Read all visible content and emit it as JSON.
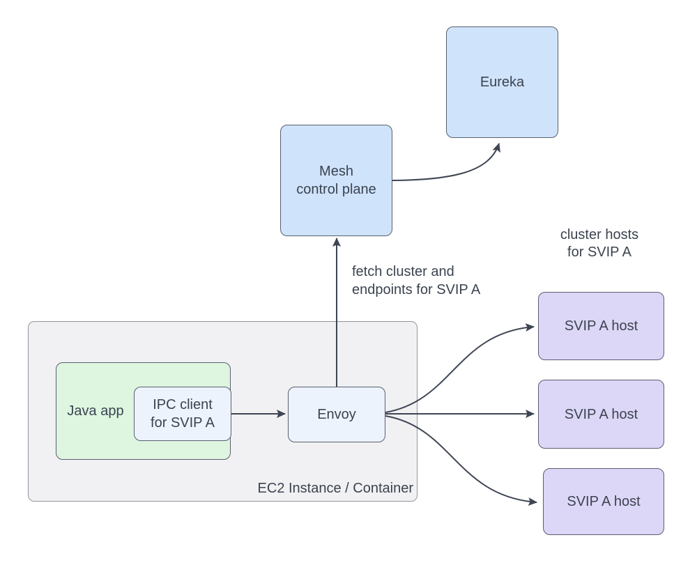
{
  "diagram": {
    "nodes": {
      "eureka": {
        "label": "Eureka"
      },
      "mesh": {
        "line1": "Mesh",
        "line2": "control plane"
      },
      "envoy": {
        "label": "Envoy"
      },
      "java_app": {
        "label": "Java app"
      },
      "ipc_client": {
        "line1": "IPC client",
        "line2": "for SVIP A"
      },
      "ec2_container": {
        "label": "EC2 Instance / Container"
      },
      "host1": {
        "label": "SVIP A host"
      },
      "host2": {
        "label": "SVIP A host"
      },
      "host3": {
        "label": "SVIP A host"
      }
    },
    "annotations": {
      "fetch": {
        "line1": "fetch cluster and",
        "line2": "endpoints for SVIP A"
      },
      "cluster_hosts": {
        "line1": "cluster hosts",
        "line2": "for SVIP A"
      }
    },
    "colors": {
      "blue_fill": "#cfe3fb",
      "light_blue_fill": "#edf3fd",
      "green_fill": "#def5e0",
      "purple_fill": "#dcd7f6",
      "container_fill": "#f1f1f3",
      "node_border": "#57606f",
      "container_border": "#8f969f",
      "arrow": "#3e4553",
      "text": "#3b4350",
      "background": "#ffffff"
    }
  }
}
